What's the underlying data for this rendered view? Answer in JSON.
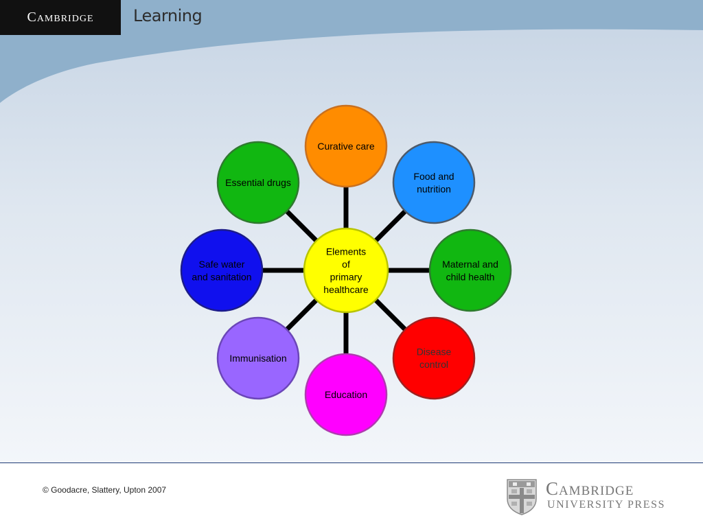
{
  "header": {
    "logo_text": "Cambridge",
    "product": "Learning"
  },
  "footer": {
    "copyright": "© Goodacre, Slattery, Upton 2007",
    "publisher_name": "Cambridge",
    "publisher_line2": "UNIVERSITY PRESS"
  },
  "diagram": {
    "center": {
      "lines": [
        "Elements",
        "of",
        "primary",
        "healthcare"
      ],
      "fill": "#ffff00",
      "stroke": "#b8c400",
      "text_color": "#000000"
    },
    "nodes": [
      {
        "id": "curative-care",
        "lines": [
          "Curative care"
        ],
        "fill": "#ff8c00",
        "stroke": "#c87020",
        "text_color": "#000000"
      },
      {
        "id": "food-and-nutrition",
        "lines": [
          "Food and",
          "nutrition"
        ],
        "fill": "#1e90ff",
        "stroke": "#4d5a6a",
        "text_color": "#000000"
      },
      {
        "id": "maternal-and-child-health",
        "lines": [
          "Maternal and",
          "child health"
        ],
        "fill": "#11b711",
        "stroke": "#2f7a2f",
        "text_color": "#000000"
      },
      {
        "id": "disease-control",
        "lines": [
          "Disease",
          "control"
        ],
        "fill": "#ff0000",
        "stroke": "#a02020",
        "text_color": "#333333"
      },
      {
        "id": "education",
        "lines": [
          "Education"
        ],
        "fill": "#ff00ff",
        "stroke": "#b03ab0",
        "text_color": "#000000"
      },
      {
        "id": "immunisation",
        "lines": [
          "Immunisation"
        ],
        "fill": "#9966ff",
        "stroke": "#6b46b8",
        "text_color": "#000000"
      },
      {
        "id": "safe-water-and-sanitation",
        "lines": [
          "Safe water",
          "and sanitation"
        ],
        "fill": "#1010ee",
        "stroke": "#1c1c8a",
        "text_color": "#000000"
      },
      {
        "id": "essential-drugs",
        "lines": [
          "Essential drugs"
        ],
        "fill": "#11b711",
        "stroke": "#2f7a2f",
        "text_color": "#000000"
      }
    ],
    "connector_color": "#000000"
  }
}
